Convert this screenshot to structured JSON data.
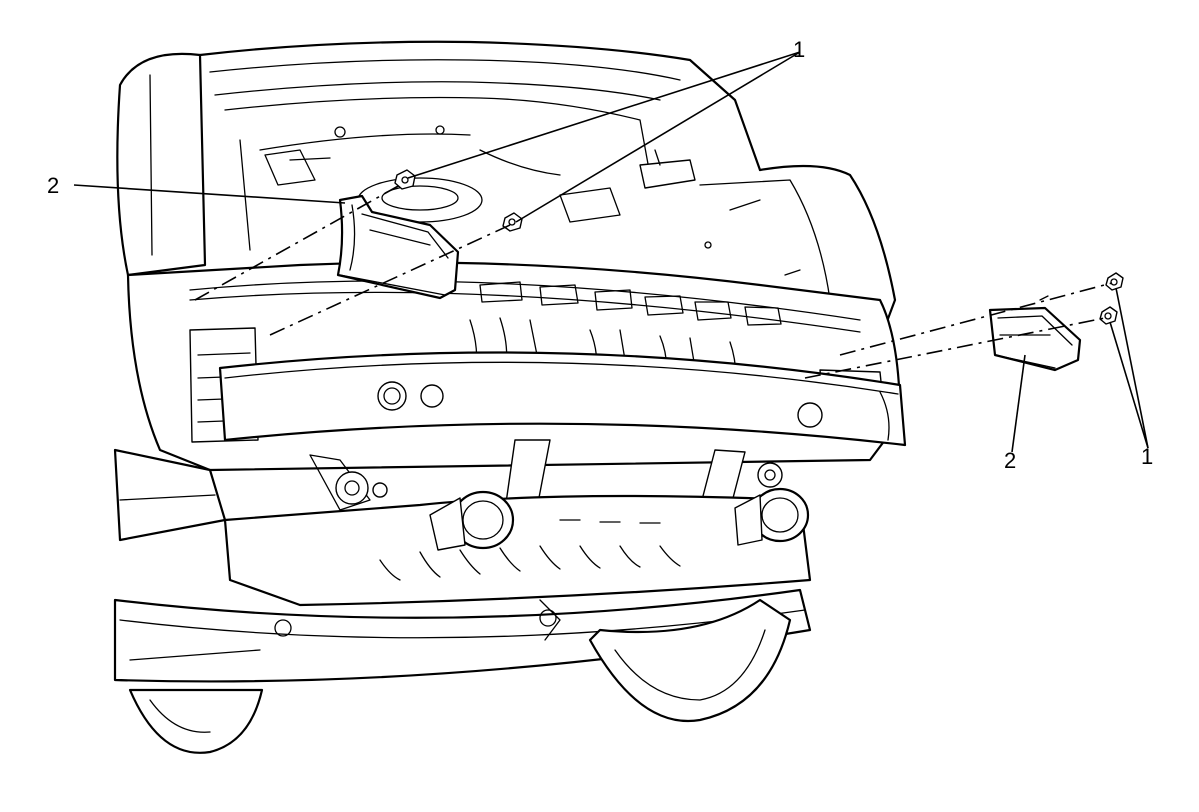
{
  "callouts": {
    "top_fastener": "1",
    "right_fastener": "1",
    "left_bracket": "2",
    "right_bracket": "2"
  }
}
